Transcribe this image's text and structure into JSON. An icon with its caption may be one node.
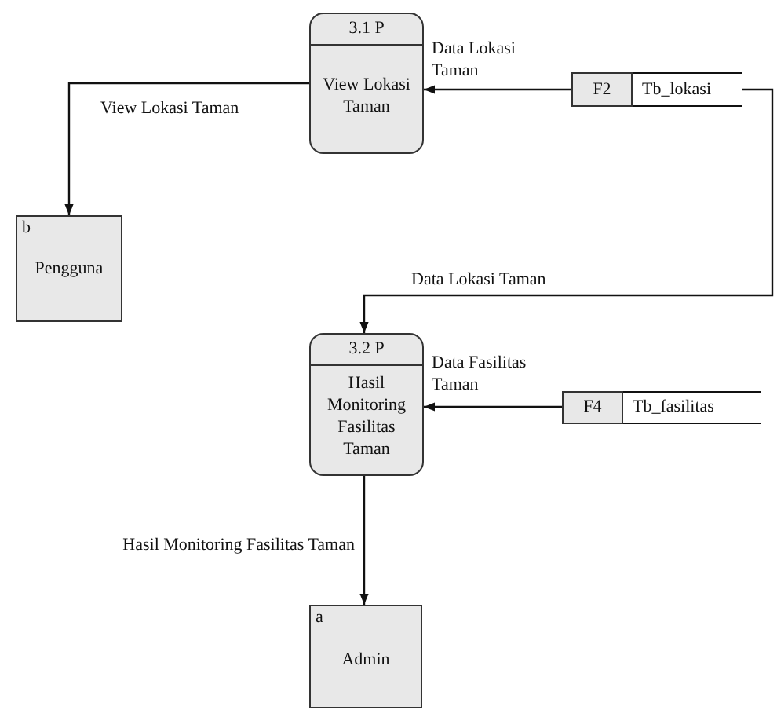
{
  "diagram": {
    "nodes": [
      {
        "text": [
          "3.1 P",
          "View Lokasi Taman"
        ]
      },
      {
        "text": [
          "F2",
          "Tb_lokasi"
        ]
      },
      {
        "text": [
          "b",
          "Pengguna"
        ]
      },
      {
        "text": [
          "3.2 P",
          "Hasil Monitoring Fasilitas Taman"
        ]
      },
      {
        "text": [
          "F4",
          "Tb_fasilitas"
        ]
      },
      {
        "text": [
          "a",
          "Admin"
        ]
      }
    ],
    "edges": [
      {
        "from": 1,
        "to": 0,
        "arrow": "to",
        "label": "Data Lokasi Taman"
      },
      {
        "from": 0,
        "to": 2,
        "arrow": "to",
        "label": "View Lokasi Taman"
      },
      {
        "from": 1,
        "to": 3,
        "arrow": "to",
        "label": "Data Lokasi Taman"
      },
      {
        "from": 4,
        "to": 3,
        "arrow": "to",
        "label": "Data Fasilitas Taman"
      },
      {
        "from": 3,
        "to": 5,
        "arrow": "to",
        "label": "Hasil Monitoring Fasilitas Taman"
      }
    ]
  }
}
